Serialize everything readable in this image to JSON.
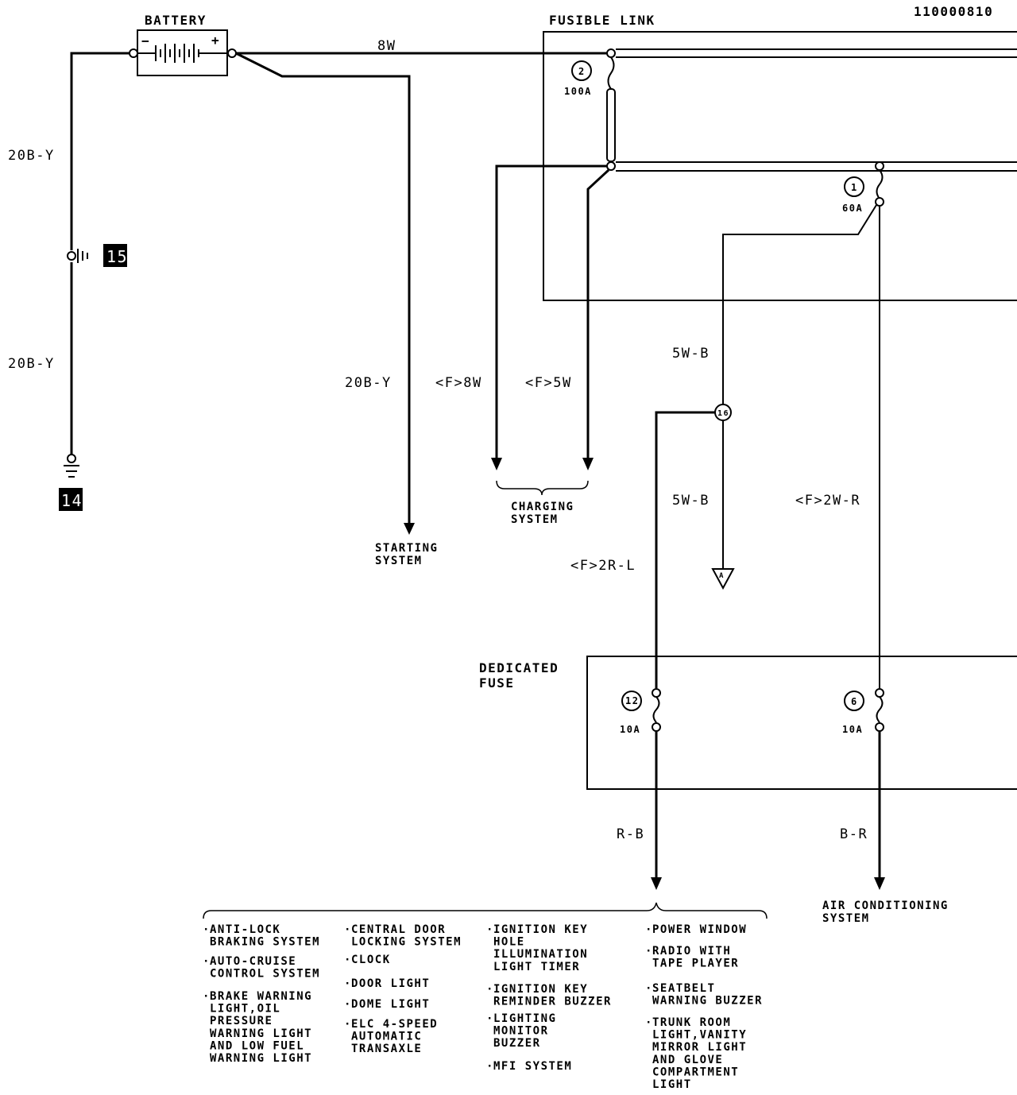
{
  "doc_id": "110000810",
  "battery": {
    "label": "BATTERY",
    "minus": "−",
    "plus": "+"
  },
  "fusible_link": {
    "title": "FUSIBLE LINK",
    "fuse2": {
      "num": "2",
      "rating": "100A"
    },
    "fuse1": {
      "num": "1",
      "rating": "60A"
    }
  },
  "wires": {
    "main": "8W",
    "ground_top": "20B-Y",
    "ground_bottom": "20B-Y",
    "starting": "20B-Y",
    "charging_8w": "<F>8W",
    "charging_5w": "<F>5W",
    "w5b_top": "5W-B",
    "w5b_bottom": "5W-B",
    "f2rl": "<F>2R-L",
    "f2wr": "<F>2W-R",
    "rb": "R-B",
    "br": "B-R"
  },
  "connectors": {
    "c15": "15",
    "c14": "14",
    "j16": "16",
    "arrow_a": "A"
  },
  "systems": {
    "starting": [
      "STARTING",
      "SYSTEM"
    ],
    "charging": [
      "CHARGING",
      "SYSTEM"
    ],
    "air_conditioning": [
      "AIR CONDITIONING",
      "SYSTEM"
    ]
  },
  "dedicated_fuse": {
    "title": [
      "DEDICATED",
      "FUSE"
    ],
    "fuse12": {
      "num": "12",
      "rating": "10A"
    },
    "fuse6": {
      "num": "6",
      "rating": "10A"
    }
  },
  "bullet": "·",
  "loads": {
    "col1": [
      [
        "ANTI-LOCK",
        "BRAKING SYSTEM"
      ],
      [
        "AUTO-CRUISE",
        "CONTROL SYSTEM"
      ],
      [
        "BRAKE WARNING",
        "LIGHT,OIL",
        "PRESSURE",
        "WARNING LIGHT",
        "AND LOW FUEL",
        "WARNING LIGHT"
      ]
    ],
    "col2": [
      [
        "CENTRAL DOOR",
        "LOCKING SYSTEM"
      ],
      [
        "CLOCK"
      ],
      [
        "DOOR LIGHT"
      ],
      [
        "DOME LIGHT"
      ],
      [
        "ELC 4-SPEED",
        "AUTOMATIC",
        "TRANSAXLE"
      ]
    ],
    "col3": [
      [
        "IGNITION KEY",
        "HOLE",
        "ILLUMINATION",
        "LIGHT TIMER"
      ],
      [
        "IGNITION KEY",
        "REMINDER BUZZER"
      ],
      [
        "LIGHTING",
        "MONITOR",
        "BUZZER"
      ],
      [
        "MFI SYSTEM"
      ]
    ],
    "col4": [
      [
        "POWER WINDOW"
      ],
      [
        "RADIO WITH",
        "TAPE PLAYER"
      ],
      [
        "SEATBELT",
        "WARNING BUZZER"
      ],
      [
        "TRUNK ROOM",
        "LIGHT,VANITY",
        "MIRROR LIGHT",
        "AND GLOVE",
        "COMPARTMENT",
        "LIGHT"
      ]
    ]
  }
}
